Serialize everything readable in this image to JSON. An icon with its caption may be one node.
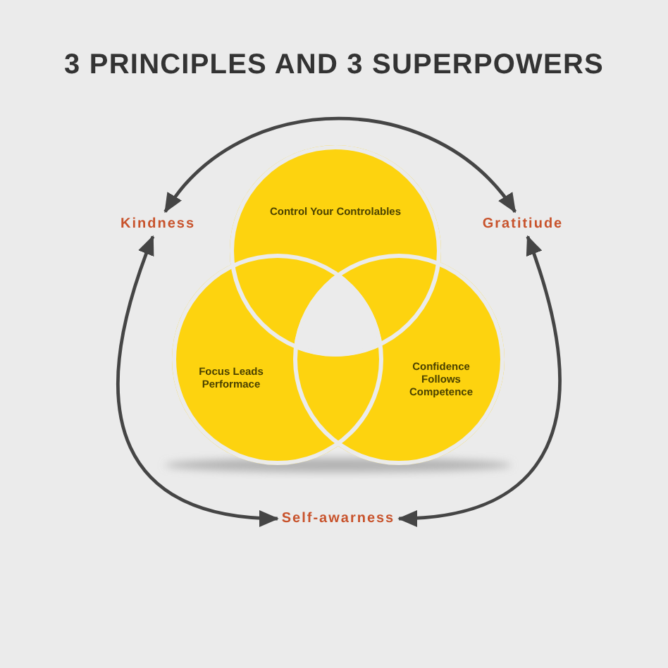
{
  "diagram": {
    "title": "3 PRINCIPLES AND 3 SUPERPOWERS",
    "nodes": [
      {
        "text": [
          "Kindness"
        ]
      },
      {
        "text": [
          "Control Your Controlables"
        ]
      },
      {
        "text": [
          "Gratitiude"
        ]
      },
      {
        "text": [
          "Focus Leads Performace"
        ]
      },
      {
        "text": [
          "Confidence Follows Competence"
        ]
      },
      {
        "text": [
          "Self-awarness"
        ]
      }
    ],
    "edges": [
      {
        "from": 0,
        "to": 2,
        "arrow": "both"
      },
      {
        "from": 0,
        "to": 5,
        "arrow": "both"
      },
      {
        "from": 2,
        "to": 5,
        "arrow": "both"
      }
    ]
  }
}
